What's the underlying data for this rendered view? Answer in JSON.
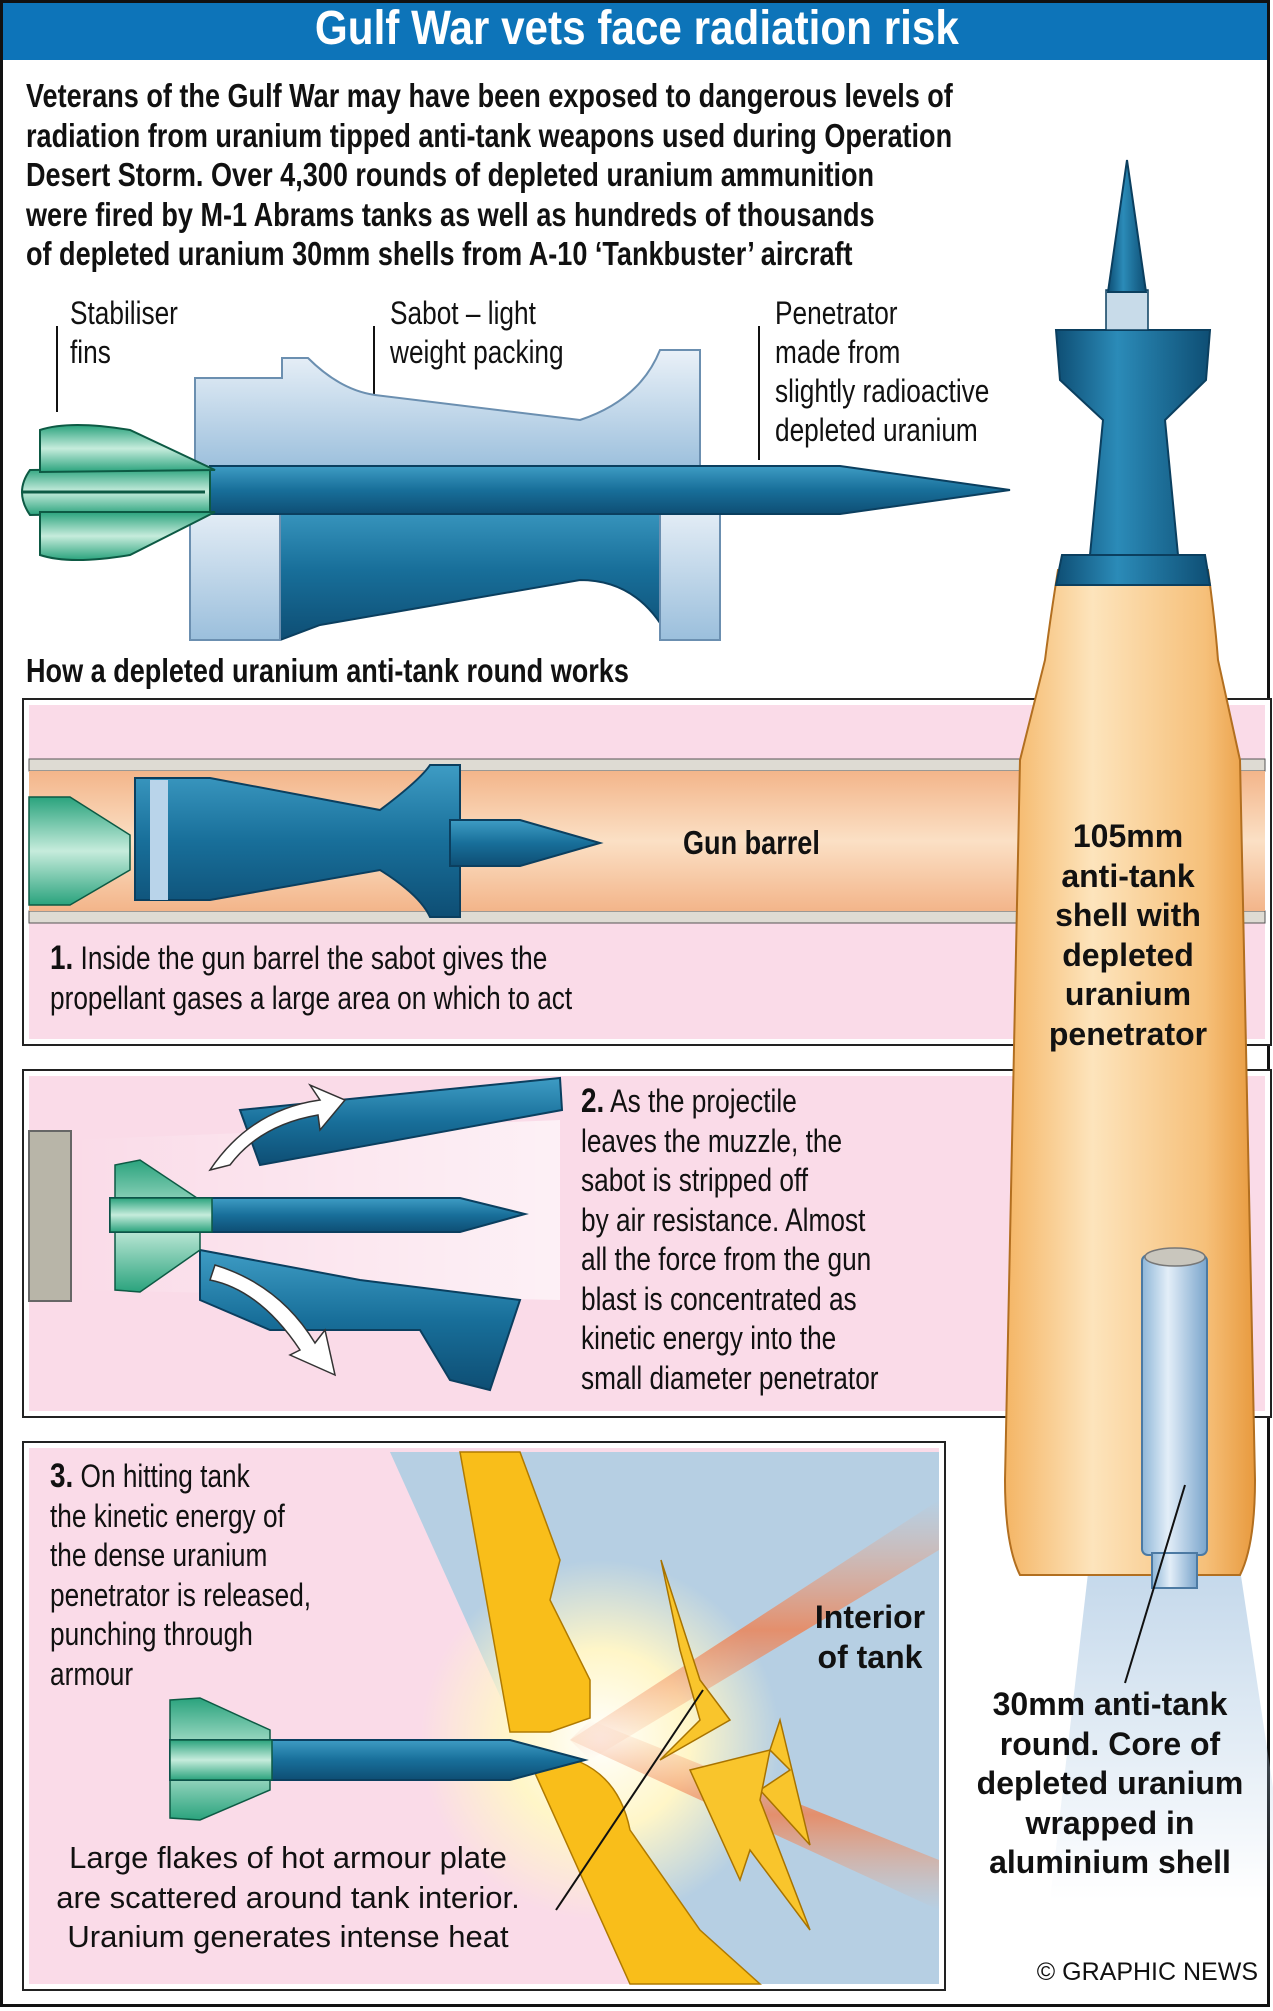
{
  "title": "Gulf War vets face radiation risk",
  "intro_lines": [
    "Veterans of the Gulf War may have been exposed to dangerous levels of",
    "radiation from uranium tipped anti-tank weapons used during Operation",
    "Desert Storm. Over 4,300 rounds of depleted uranium ammunition",
    "were fired by M-1 Abrams tanks as well as hundreds of thousands",
    "of depleted uranium 30mm shells from A-10 ‘Tankbuster’ aircraft"
  ],
  "diagram_labels": {
    "fins": [
      "Stabiliser",
      "fins"
    ],
    "sabot": [
      "Sabot – light",
      "weight packing"
    ],
    "penetrator": [
      "Penetrator",
      "made from",
      "slightly radioactive",
      "depleted uranium"
    ]
  },
  "subtitle": "How a depleted uranium anti-tank round works",
  "step1": {
    "num": "1.",
    "lines": [
      "Inside the gun barrel the sabot gives the",
      "propellant gases a large area on which to act"
    ],
    "barrel_label": "Gun barrel"
  },
  "step2": {
    "num": "2.",
    "first": "As the projectile",
    "lines": [
      "leaves the muzzle, the",
      "sabot is stripped off",
      "by air resistance. Almost",
      "all the force from the gun",
      "blast is concentrated as",
      "kinetic energy into the",
      "small diameter penetrator"
    ]
  },
  "step3": {
    "num": "3.",
    "first": "On hitting tank",
    "lines": [
      "the kinetic energy of",
      "the dense uranium",
      "penetrator is released,",
      "punching through",
      "armour"
    ],
    "interior": [
      "Interior",
      "of tank"
    ],
    "flakes": [
      "Large flakes of hot armour plate",
      "are scattered around tank interior.",
      "Uranium generates intense heat"
    ]
  },
  "shell_label": [
    "105mm",
    "anti-tank",
    "shell with",
    "depleted",
    "uranium",
    "penetrator"
  ],
  "round_label": [
    "30mm anti-tank",
    "round. Core of",
    "depleted uranium",
    "wrapped in",
    "aluminium shell"
  ],
  "credit": "© GRAPHIC NEWS",
  "colors": {
    "title_bar": "#0d74b9",
    "panel_pink": "#fadbe8",
    "penetrator_blue": "#1a6d96",
    "fin_green": "#4fb996",
    "shell_orange": "#f6c27c",
    "armour_yellow": "#f9be1a"
  }
}
